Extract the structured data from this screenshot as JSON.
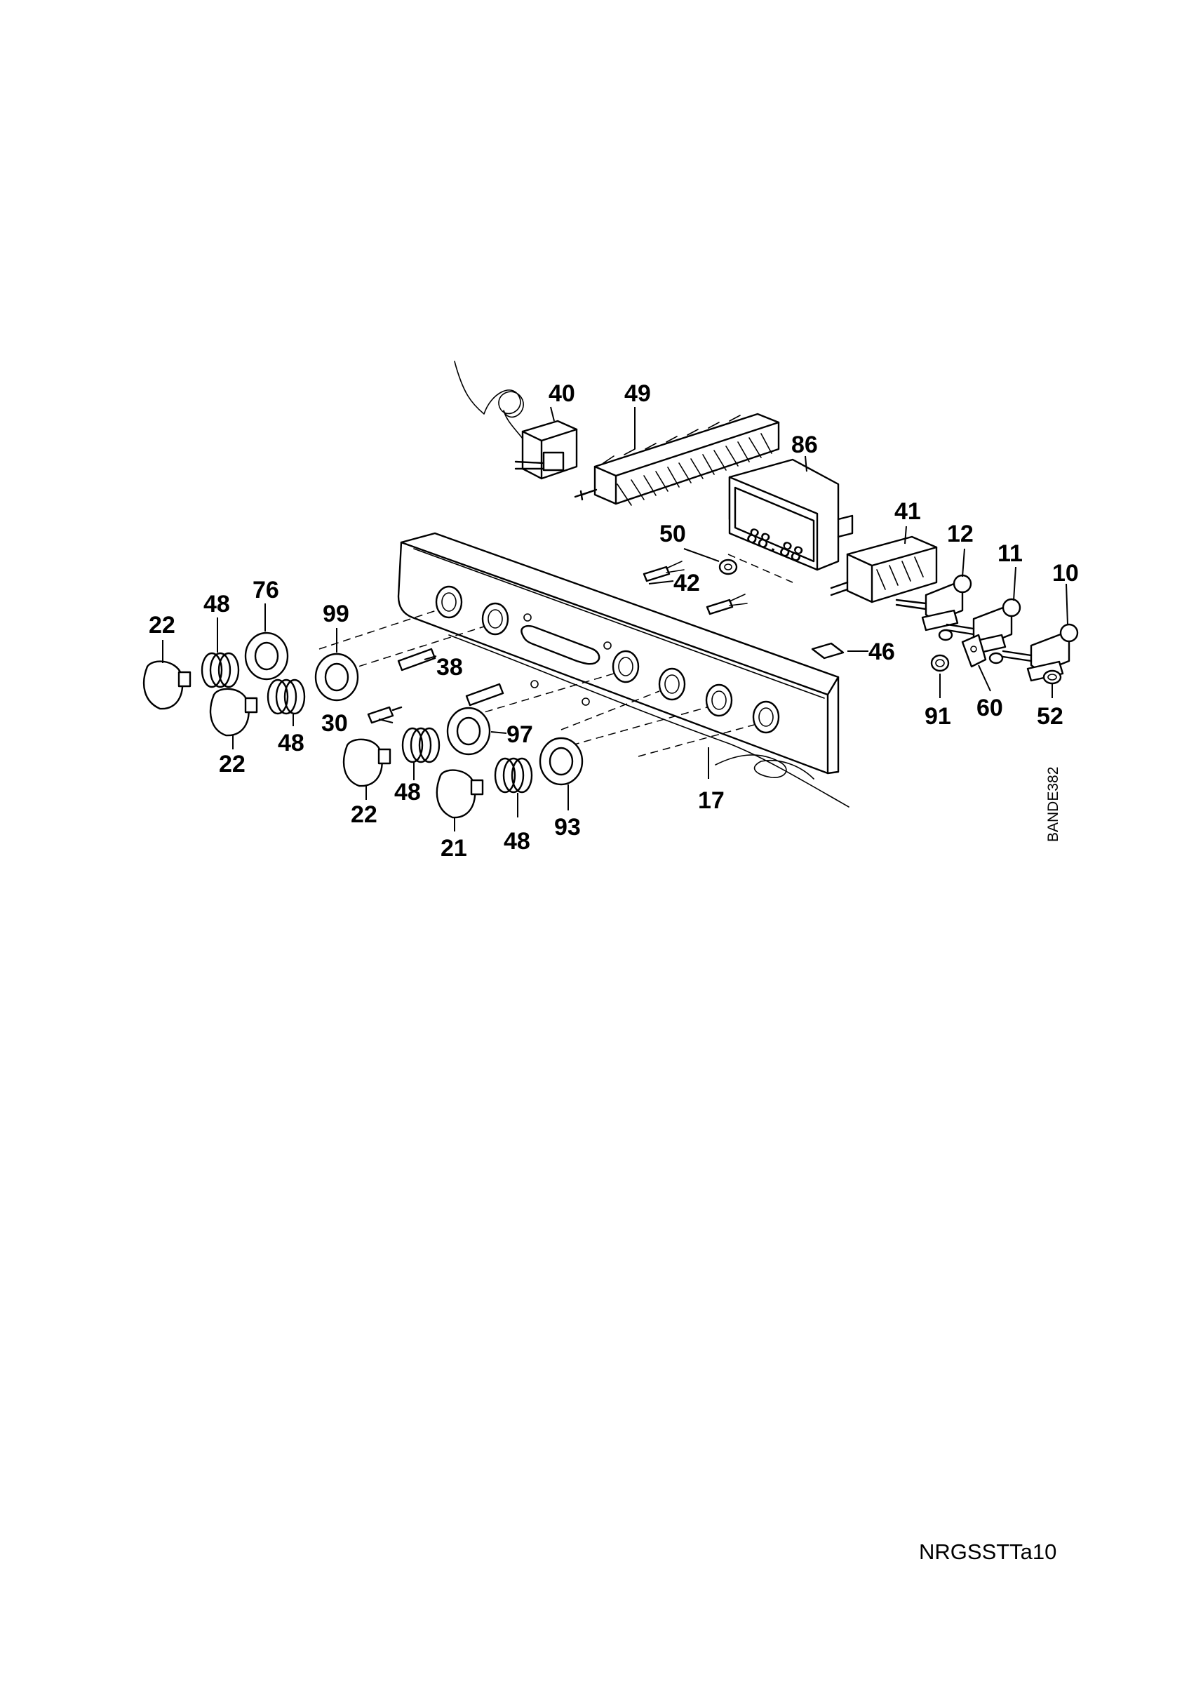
{
  "diagram": {
    "callouts": {
      "c40": "40",
      "c49": "49",
      "c86": "86",
      "c41": "41",
      "c12": "12",
      "c11": "11",
      "c10": "10",
      "c50": "50",
      "c42": "42",
      "c46": "46",
      "c91": "91",
      "c60": "60",
      "c52": "52",
      "c22a": "22",
      "c48a": "48",
      "c76": "76",
      "c99": "99",
      "c38": "38",
      "c30": "30",
      "c22b": "22",
      "c48b": "48",
      "c97": "97",
      "c22c": "22",
      "c48c": "48",
      "c21": "21",
      "c48d": "48",
      "c93": "93",
      "c17": "17"
    },
    "display_readout": "88.88",
    "drawing_code": "BANDE382",
    "page_code": "NRGSSTTa10"
  }
}
